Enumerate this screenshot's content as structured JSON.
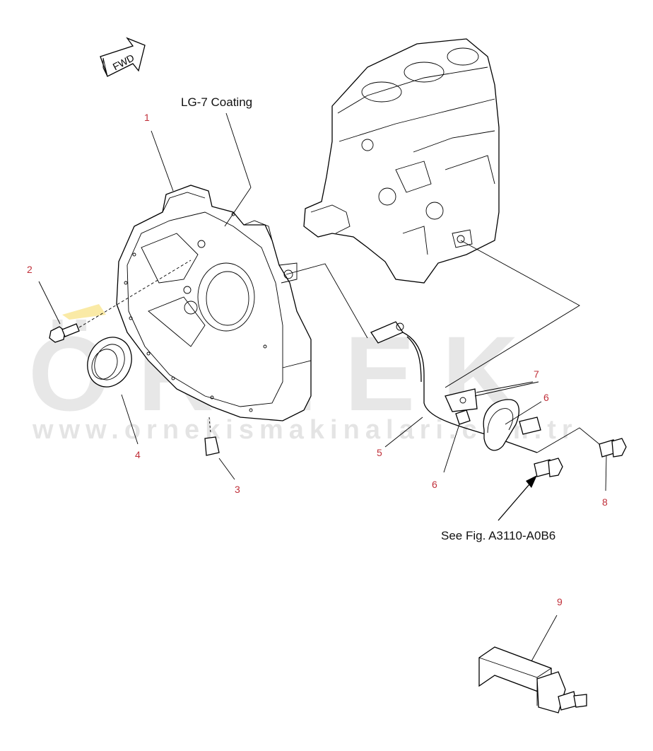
{
  "fwd_label": "FWD",
  "coating_note": "LG-7 Coating",
  "see_fig_note": "See Fig. A3110-A0B6",
  "watermark": {
    "brand": "ÖRNEK",
    "url": "www.ornekismakinalari.com.tr",
    "accent_color": "#f2c200"
  },
  "callouts": {
    "p1": "1",
    "p2": "2",
    "p3": "3",
    "p4": "4",
    "p5": "5",
    "p6a": "6",
    "p6b": "6",
    "p7": "7",
    "p8": "8",
    "p9": "9"
  },
  "colors": {
    "callout": "#c0303a",
    "line": "#000000",
    "watermark": "#000000"
  }
}
